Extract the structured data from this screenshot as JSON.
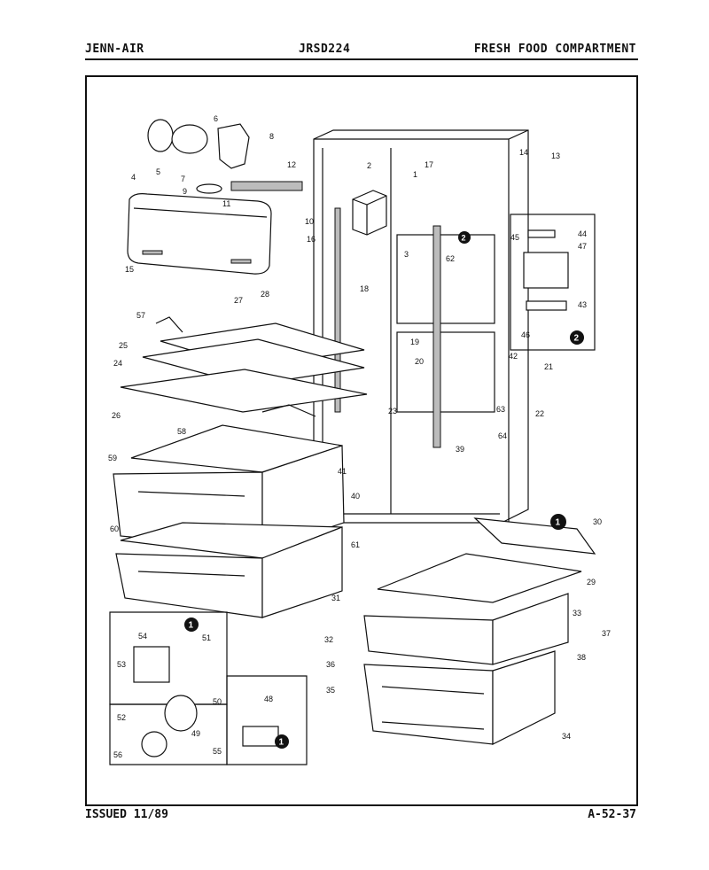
{
  "header": {
    "brand": "JENN-AIR",
    "model": "JRSD224",
    "section": "FRESH FOOD COMPARTMENT"
  },
  "footer": {
    "issued": "ISSUED 11/89",
    "page_code": "A-52-37"
  },
  "callouts": {
    "ref_1": "1",
    "ref_2": "2"
  },
  "part_labels": [
    "1",
    "2",
    "3",
    "4",
    "5",
    "6",
    "7",
    "8",
    "9",
    "10",
    "11",
    "12",
    "13",
    "14",
    "15",
    "16",
    "17",
    "18",
    "19",
    "20",
    "21",
    "22",
    "23",
    "24",
    "25",
    "26",
    "27",
    "28",
    "29",
    "30",
    "31",
    "32",
    "33",
    "34",
    "35",
    "36",
    "37",
    "38",
    "39",
    "40",
    "41",
    "42",
    "43",
    "44",
    "45",
    "46",
    "47",
    "48",
    "49",
    "50",
    "51",
    "52",
    "53",
    "54",
    "55",
    "56",
    "57",
    "58",
    "59",
    "60",
    "61",
    "62",
    "63",
    "64"
  ]
}
